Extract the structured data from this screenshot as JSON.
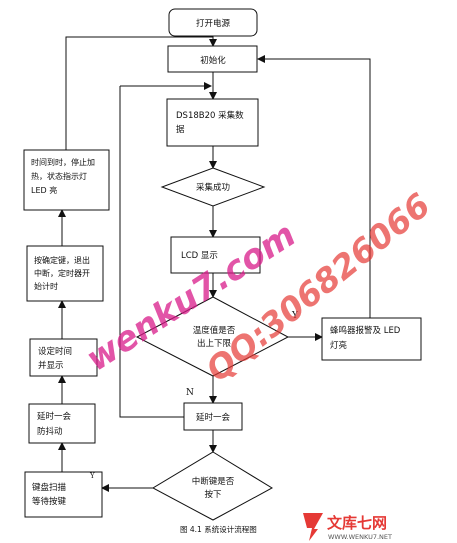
{
  "nodes": {
    "start": "打开电源",
    "init": "初始化",
    "collect": [
      "DS18B20 采集数",
      "据"
    ],
    "collect_ok": "采集成功",
    "lcd": "LCD 显示",
    "check_temp": [
      "温度值是否",
      "出上下限"
    ],
    "alarm": [
      "蜂鸣器报警及 LED",
      "灯亮"
    ],
    "delay_main": "延时一会",
    "check_interrupt": [
      "中断键是否",
      "按下"
    ],
    "scan_keys": [
      "键盘扫描",
      "等待按键"
    ],
    "debounce": [
      "延时一会",
      "防抖动"
    ],
    "set_display": [
      "设定时间",
      "并显示"
    ],
    "confirm": [
      "按确定键，退出",
      "中断，定时器开",
      "始计时"
    ],
    "timeout": [
      "时间到时，停止加",
      "热，状态指示灯",
      "LED 亮"
    ]
  },
  "labels": {
    "yes": "Y",
    "no": "N",
    "yes2": "Y"
  },
  "caption": "图 4.1    系统设计流程图",
  "watermarks": {
    "site": "wenku7.com",
    "qq": "QQ:306826066",
    "logo_text": "文库七网",
    "logo_url": "WWW.WENKU7.NET"
  },
  "colors": {
    "line": "#111111",
    "watermark_pink": "#d81b8a",
    "watermark_red": "#e53935"
  }
}
